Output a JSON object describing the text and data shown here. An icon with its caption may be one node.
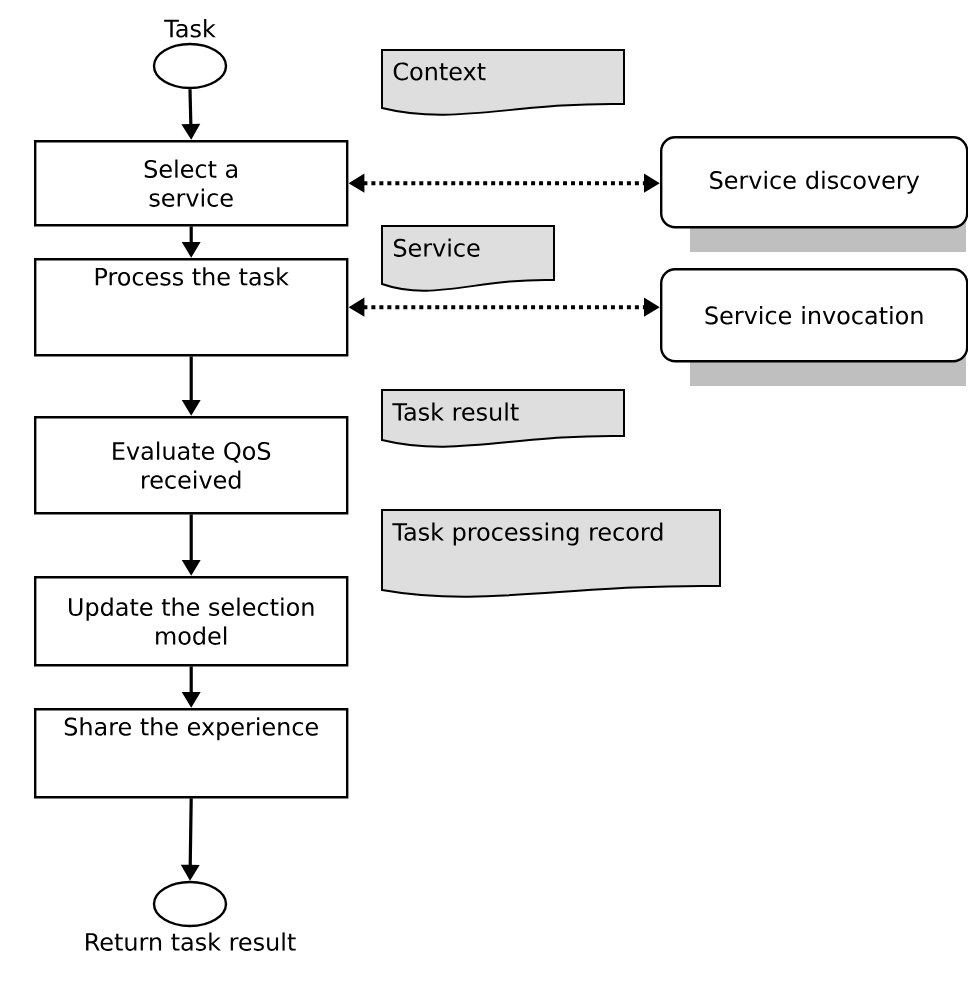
{
  "diagram": {
    "nodes": [
      {
        "text": [
          "Task"
        ]
      },
      {
        "text": [
          "Context"
        ]
      },
      {
        "text": [
          "Select a service"
        ]
      },
      {
        "text": [
          "Service discovery"
        ]
      },
      {
        "text": [
          "Service"
        ]
      },
      {
        "text": [
          "Process the task"
        ]
      },
      {
        "text": [
          "Service invocation"
        ]
      },
      {
        "text": [
          "Task result"
        ]
      },
      {
        "text": [
          "Evaluate QoS received"
        ]
      },
      {
        "text": [
          "Task processing record"
        ]
      },
      {
        "text": [
          "Update the selection model"
        ]
      },
      {
        "text": [
          "Share the experience"
        ]
      },
      {
        "text": [
          "Return task result"
        ]
      }
    ],
    "edges": [
      {
        "from": 0,
        "to": 2,
        "arrow": "to"
      },
      {
        "from": 2,
        "to": 3,
        "arrow": "both",
        "style": "dashed"
      },
      {
        "from": 2,
        "to": 5,
        "arrow": "to"
      },
      {
        "from": 5,
        "to": 6,
        "arrow": "both",
        "style": "dashed"
      },
      {
        "from": 5,
        "to": 8,
        "arrow": "to"
      },
      {
        "from": 8,
        "to": 10,
        "arrow": "to"
      },
      {
        "from": 10,
        "to": 11,
        "arrow": "to"
      },
      {
        "from": 11,
        "to": 12,
        "arrow": "to"
      }
    ]
  }
}
